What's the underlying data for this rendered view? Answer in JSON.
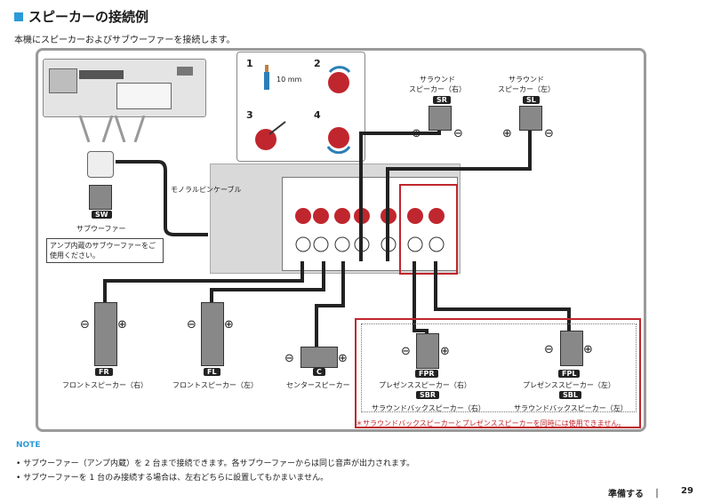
{
  "header": {
    "title": "スピーカーの接続例",
    "intro": "本機にスピーカーおよびサブウーファーを接続します。"
  },
  "diagram": {
    "steps": [
      "1",
      "2",
      "3",
      "4"
    ],
    "strip_length": "10 mm",
    "cable_label": "モノラルピンケーブル",
    "subwoofer": {
      "tag": "SW",
      "name": "サブウーファー",
      "note": "アンプ内蔵のサブウーファーをご使用ください。"
    },
    "speakers": [
      {
        "tag": "SR",
        "name": "サラウンド\nスピーカー（右）"
      },
      {
        "tag": "SL",
        "name": "サラウンド\nスピーカー（左）"
      },
      {
        "tag": "FR",
        "name": "フロントスピーカー（右）"
      },
      {
        "tag": "FL",
        "name": "フロントスピーカー（左）"
      },
      {
        "tag": "C",
        "name": "センタースピーカー"
      },
      {
        "tag": "FPR",
        "name": "プレゼンススピーカー（右）"
      },
      {
        "tag": "SBR",
        "name": "サラウンドバックスピーカー（右）"
      },
      {
        "tag": "FPL",
        "name": "プレゼンススピーカー（左）"
      },
      {
        "tag": "SBL",
        "name": "サラウンドバックスピーカー（左）"
      }
    ],
    "warning": "＊サラウンドバックスピーカーとプレゼンススピーカーを同時には使用できません。"
  },
  "notes": {
    "heading": "NOTE",
    "items": [
      "サブウーファー（アンプ内蔵）を 2 台まで接続できます。各サブウーファーからは同じ音声が出力されます。",
      "サブウーファーを 1 台のみ接続する場合は、左右どちらに設置してもかまいません。"
    ]
  },
  "footer": {
    "section": "準備する　｜",
    "page": "29"
  },
  "colors": {
    "accent": "#2b9bd8",
    "highlight": "#c0262d"
  }
}
